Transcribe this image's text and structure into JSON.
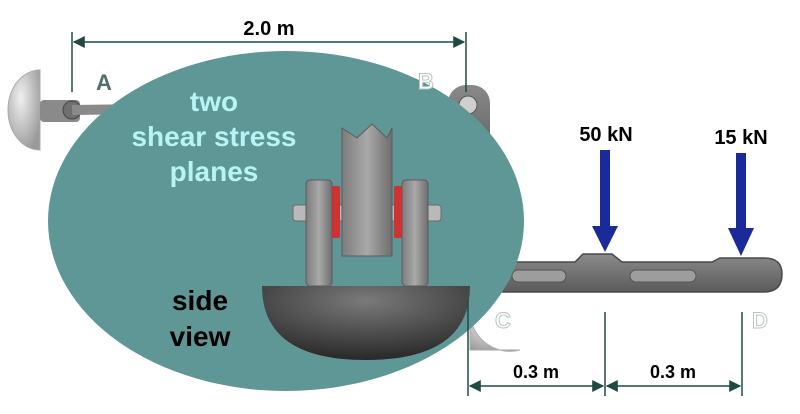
{
  "dimensions": {
    "top_span": "2.0 m",
    "bottom_left_span": "0.3 m",
    "bottom_right_span": "0.3 m"
  },
  "points": {
    "a": "A",
    "b": "B",
    "c": "C",
    "d": "D"
  },
  "loads": [
    {
      "label": "50 kN",
      "color": "#1a2a9a"
    },
    {
      "label": "15 kN",
      "color": "#1a2a9a"
    }
  ],
  "callout": {
    "title_line1": "two",
    "title_line2": "shear stress",
    "title_line3": "planes",
    "caption_line1": "side",
    "caption_line2": "view",
    "shear_plane_color": "#cc3333",
    "bubble_color": "#5f9696",
    "title_color": "#b9f4f4"
  },
  "colors": {
    "dimension": "#1f4a44",
    "point_label": "#4f6f6a",
    "member": "#6b6b6b"
  }
}
